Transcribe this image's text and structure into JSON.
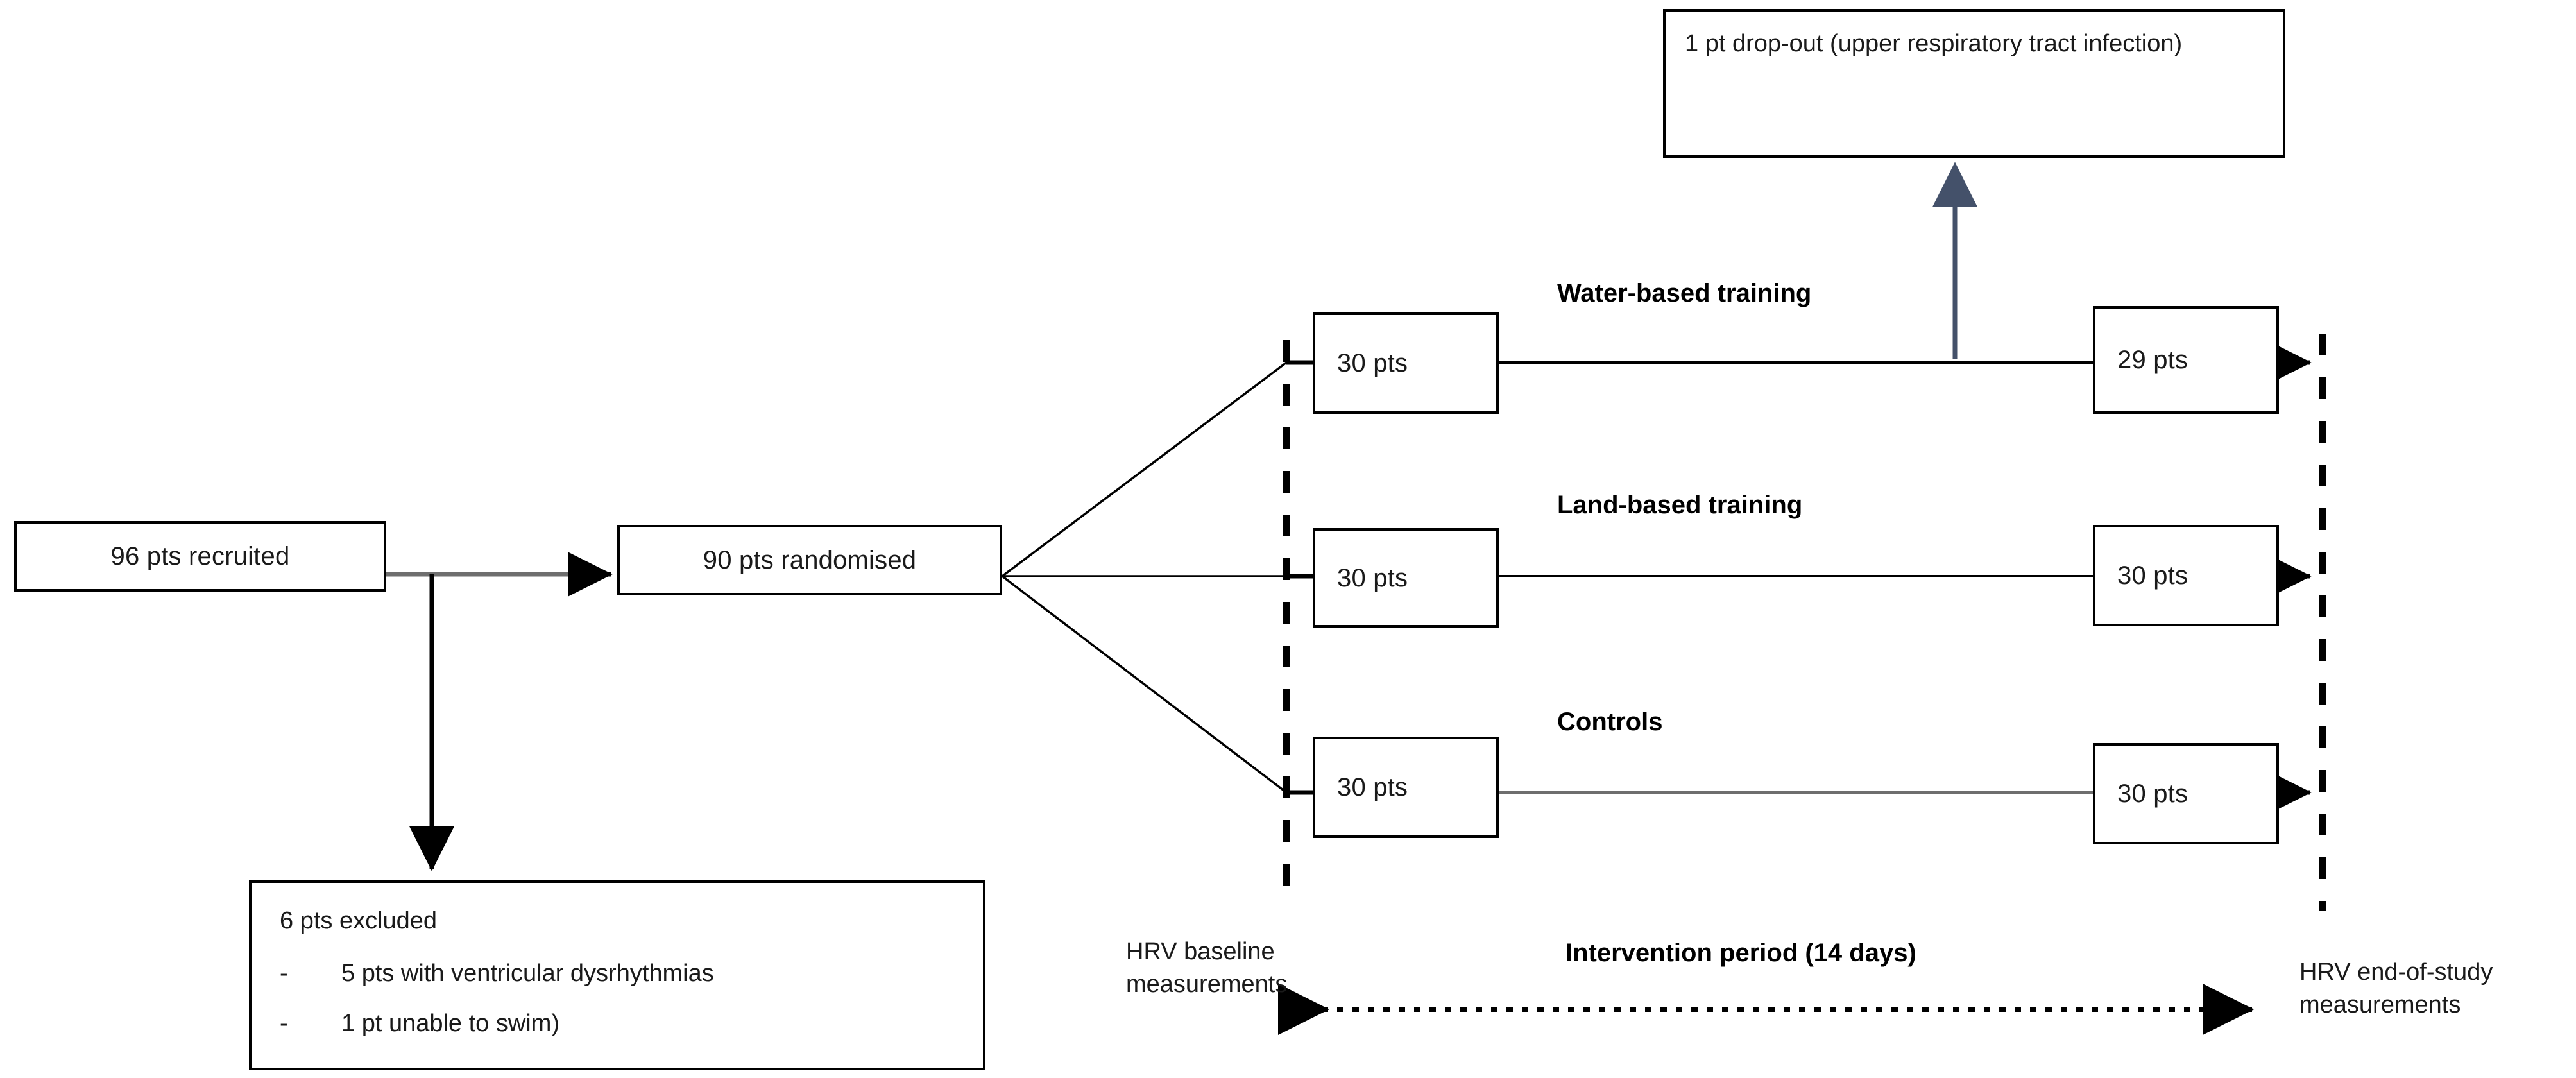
{
  "diagram": {
    "type": "CONSORT participant flow chart",
    "recruited_box": {
      "label": "96 pts recruited"
    },
    "randomised_box": {
      "label": "90 pts randomised"
    },
    "excluded_box": {
      "title": "6 pts excluded",
      "bullet_marker": "-",
      "items": [
        "5 pts with ventricular dysrhythmias",
        "1 pt unable to swim)"
      ]
    },
    "dropout_box": {
      "text": "1 pt drop-out (upper respiratory tract infection)"
    },
    "arms": [
      {
        "name": "Water-based training",
        "baseline": "30 pts",
        "endpoint": "29 pts"
      },
      {
        "name": "Land-based training",
        "baseline": "30 pts",
        "endpoint": "30 pts"
      },
      {
        "name": "Controls",
        "baseline": "30 pts",
        "endpoint": "30 pts"
      }
    ],
    "timeline": {
      "baseline_label_line1": "HRV baseline",
      "baseline_label_line2": "measurements",
      "intervention_label": "Intervention period (14 days)",
      "endpoint_label_line1": "HRV end-of-study",
      "endpoint_label_line2": "measurements"
    },
    "colors": {
      "stroke": "#000000",
      "text": "#1a1a1a",
      "dropout_arrow": "#44516a",
      "connector_gray": "#6e6e6e"
    }
  }
}
